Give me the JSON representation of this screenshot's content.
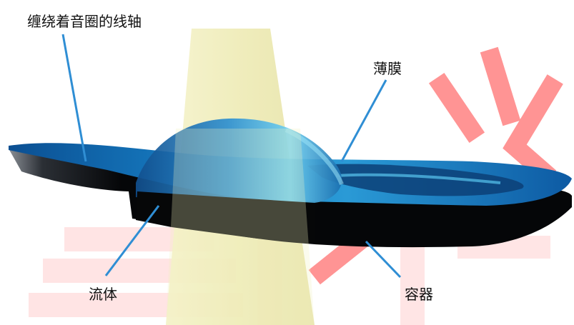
{
  "labels": {
    "spool": "缠绕着音圈的线轴",
    "membrane": "薄膜",
    "fluid": "流体",
    "container": "容器"
  },
  "colors": {
    "blue_dark": "#0a3e78",
    "blue_mid": "#1580c4",
    "blue_light": "#4fc3ee",
    "black_base": "#050608",
    "yellow_beam": "#f1efbf",
    "pointer_line": "#2f8ed4",
    "watermark": "#ff3d3d"
  }
}
